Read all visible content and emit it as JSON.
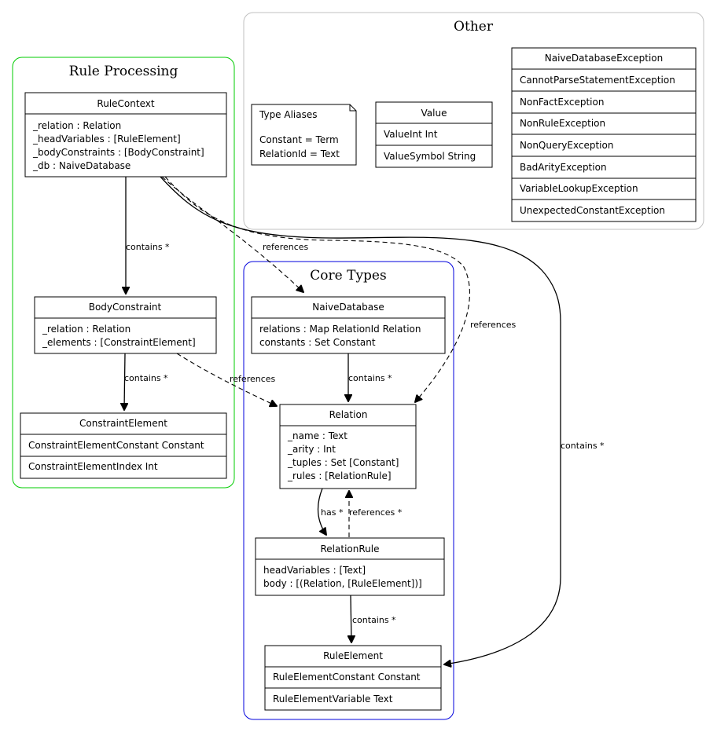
{
  "clusters": {
    "rule_processing": {
      "title": "Rule Processing",
      "color": "#00cc00"
    },
    "other": {
      "title": "Other",
      "color": "#c0c0c0"
    },
    "core_types": {
      "title": "Core Types",
      "color": "#0000dd"
    }
  },
  "nodes": {
    "rule_context": {
      "title": "RuleContext",
      "fields": [
        "_relation : Relation",
        "_headVariables : [RuleElement]",
        "_bodyConstraints : [BodyConstraint]",
        "_db : NaiveDatabase"
      ]
    },
    "body_constraint": {
      "title": "BodyConstraint",
      "fields": [
        "_relation : Relation",
        "_elements : [ConstraintElement]"
      ]
    },
    "constraint_element": {
      "title": "ConstraintElement",
      "constructors": [
        "ConstraintElementConstant Constant",
        "ConstraintElementIndex Int"
      ]
    },
    "type_aliases": {
      "title": "Type Aliases",
      "lines": [
        "Constant = Term",
        "RelationId = Text"
      ]
    },
    "value": {
      "title": "Value",
      "constructors": [
        "ValueInt Int",
        "ValueSymbol String"
      ]
    },
    "naive_database_exception": {
      "title": "NaiveDatabaseException",
      "constructors": [
        "CannotParseStatementException",
        "NonFactException",
        "NonRuleException",
        "NonQueryException",
        "BadArityException",
        "VariableLookupException",
        "UnexpectedConstantException"
      ]
    },
    "naive_database": {
      "title": "NaiveDatabase",
      "fields": [
        "relations : Map RelationId Relation",
        "constants : Set Constant"
      ]
    },
    "relation": {
      "title": "Relation",
      "fields": [
        "_name : Text",
        "_arity : Int",
        "_tuples : Set [Constant]",
        "_rules : [RelationRule]"
      ]
    },
    "relation_rule": {
      "title": "RelationRule",
      "fields": [
        "headVariables : [Text]",
        "body : [(Relation, [RuleElement])]"
      ]
    },
    "rule_element": {
      "title": "RuleElement",
      "constructors": [
        "RuleElementConstant Constant",
        "RuleElementVariable Text"
      ]
    }
  },
  "edges": {
    "rulecontext_bodyconstraint": "contains *",
    "rulecontext_naivedatabase": "references",
    "rulecontext_relation": "references",
    "rulecontext_ruleelement": "contains *",
    "bodyconstraint_constraintelement": "contains *",
    "bodyconstraint_relation": "references",
    "naivedatabase_relation": "contains *",
    "relation_relationrule": "has *",
    "relationrule_relation": "references *",
    "relationrule_ruleelement": "contains *"
  }
}
